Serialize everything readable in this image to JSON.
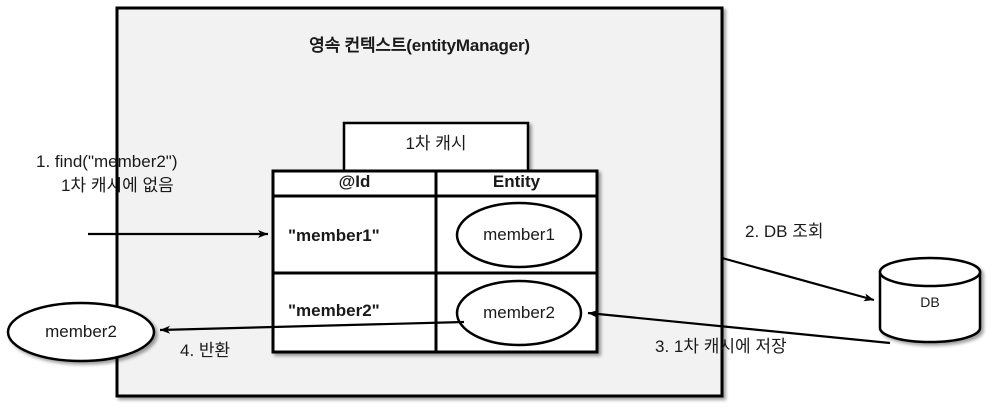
{
  "diagram": {
    "type": "sequence-flow-diagram",
    "colors": {
      "context_fill": "#f2f2f2",
      "stroke": "#000000",
      "box_fill": "#ffffff",
      "text": "#1a1a1a",
      "page_background": "#ffffff"
    },
    "context_box": {
      "title": "영속 컨텍스트(entityManager)"
    },
    "cache_box": {
      "title": "1차 캐시"
    },
    "cache_table": {
      "headers": [
        "@Id",
        "Entity"
      ],
      "rows": [
        {
          "id": "\"member1\"",
          "entity": "member1"
        },
        {
          "id": "\"member2\"",
          "entity": "member2"
        }
      ]
    },
    "database": {
      "label": "DB"
    },
    "returned_entity": {
      "label": "member2"
    },
    "steps": [
      {
        "number": "1",
        "lines": [
          "1. find(\"member2\")",
          "1차 캐시에 없음"
        ]
      },
      {
        "number": "2",
        "lines": [
          "2. DB 조회"
        ]
      },
      {
        "number": "3",
        "lines": [
          "3. 1차 캐시에 저장"
        ]
      },
      {
        "number": "4",
        "lines": [
          "4. 반환"
        ]
      }
    ],
    "step_labels": {
      "s1_line1": "1. find(\"member2\")",
      "s1_line2": "1차 캐시에 없음",
      "s2": "2. DB 조회",
      "s3": "3. 1차 캐시에 저장",
      "s4": "4. 반환"
    }
  }
}
